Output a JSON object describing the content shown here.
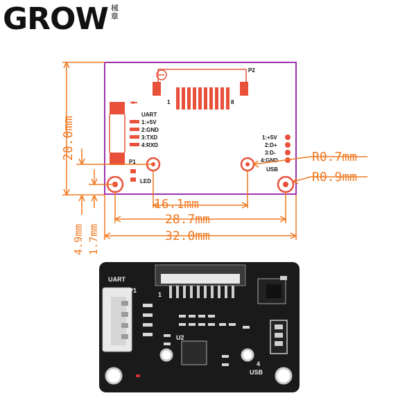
{
  "brand": {
    "name": "GROW",
    "chinese": "械章"
  },
  "drawing": {
    "connector_top": {
      "name": "P2",
      "pin_first": "1",
      "pin_last": "8"
    },
    "uart": {
      "title": "UART",
      "pins": [
        "1:+5V",
        "2:GND",
        "3:TXD",
        "4:RXD"
      ],
      "connector": "P1",
      "led": "LED"
    },
    "usb": {
      "title": "USB",
      "pins": [
        "1:+5V",
        "2:D+",
        "3:D-",
        "4:GND"
      ]
    },
    "dimensions": {
      "height": "20.0mm",
      "inner_width": "16.1mm",
      "hole_span": "28.7mm",
      "total_width": "32.0mm",
      "offset_a": "4.9mm",
      "offset_b": "1.7mm",
      "radius_small": "R0.7mm",
      "radius_large": "R0.9mm"
    }
  },
  "photo": {
    "labels": {
      "uart": "UART",
      "p1": "P1",
      "usb": "USB",
      "u2": "U2",
      "four": "4",
      "one": "1"
    }
  },
  "colors": {
    "dimension": "#f07820",
    "board_outline": "#9b30b0",
    "pad": "#e8503a",
    "pcb": "#1a1a1a"
  }
}
